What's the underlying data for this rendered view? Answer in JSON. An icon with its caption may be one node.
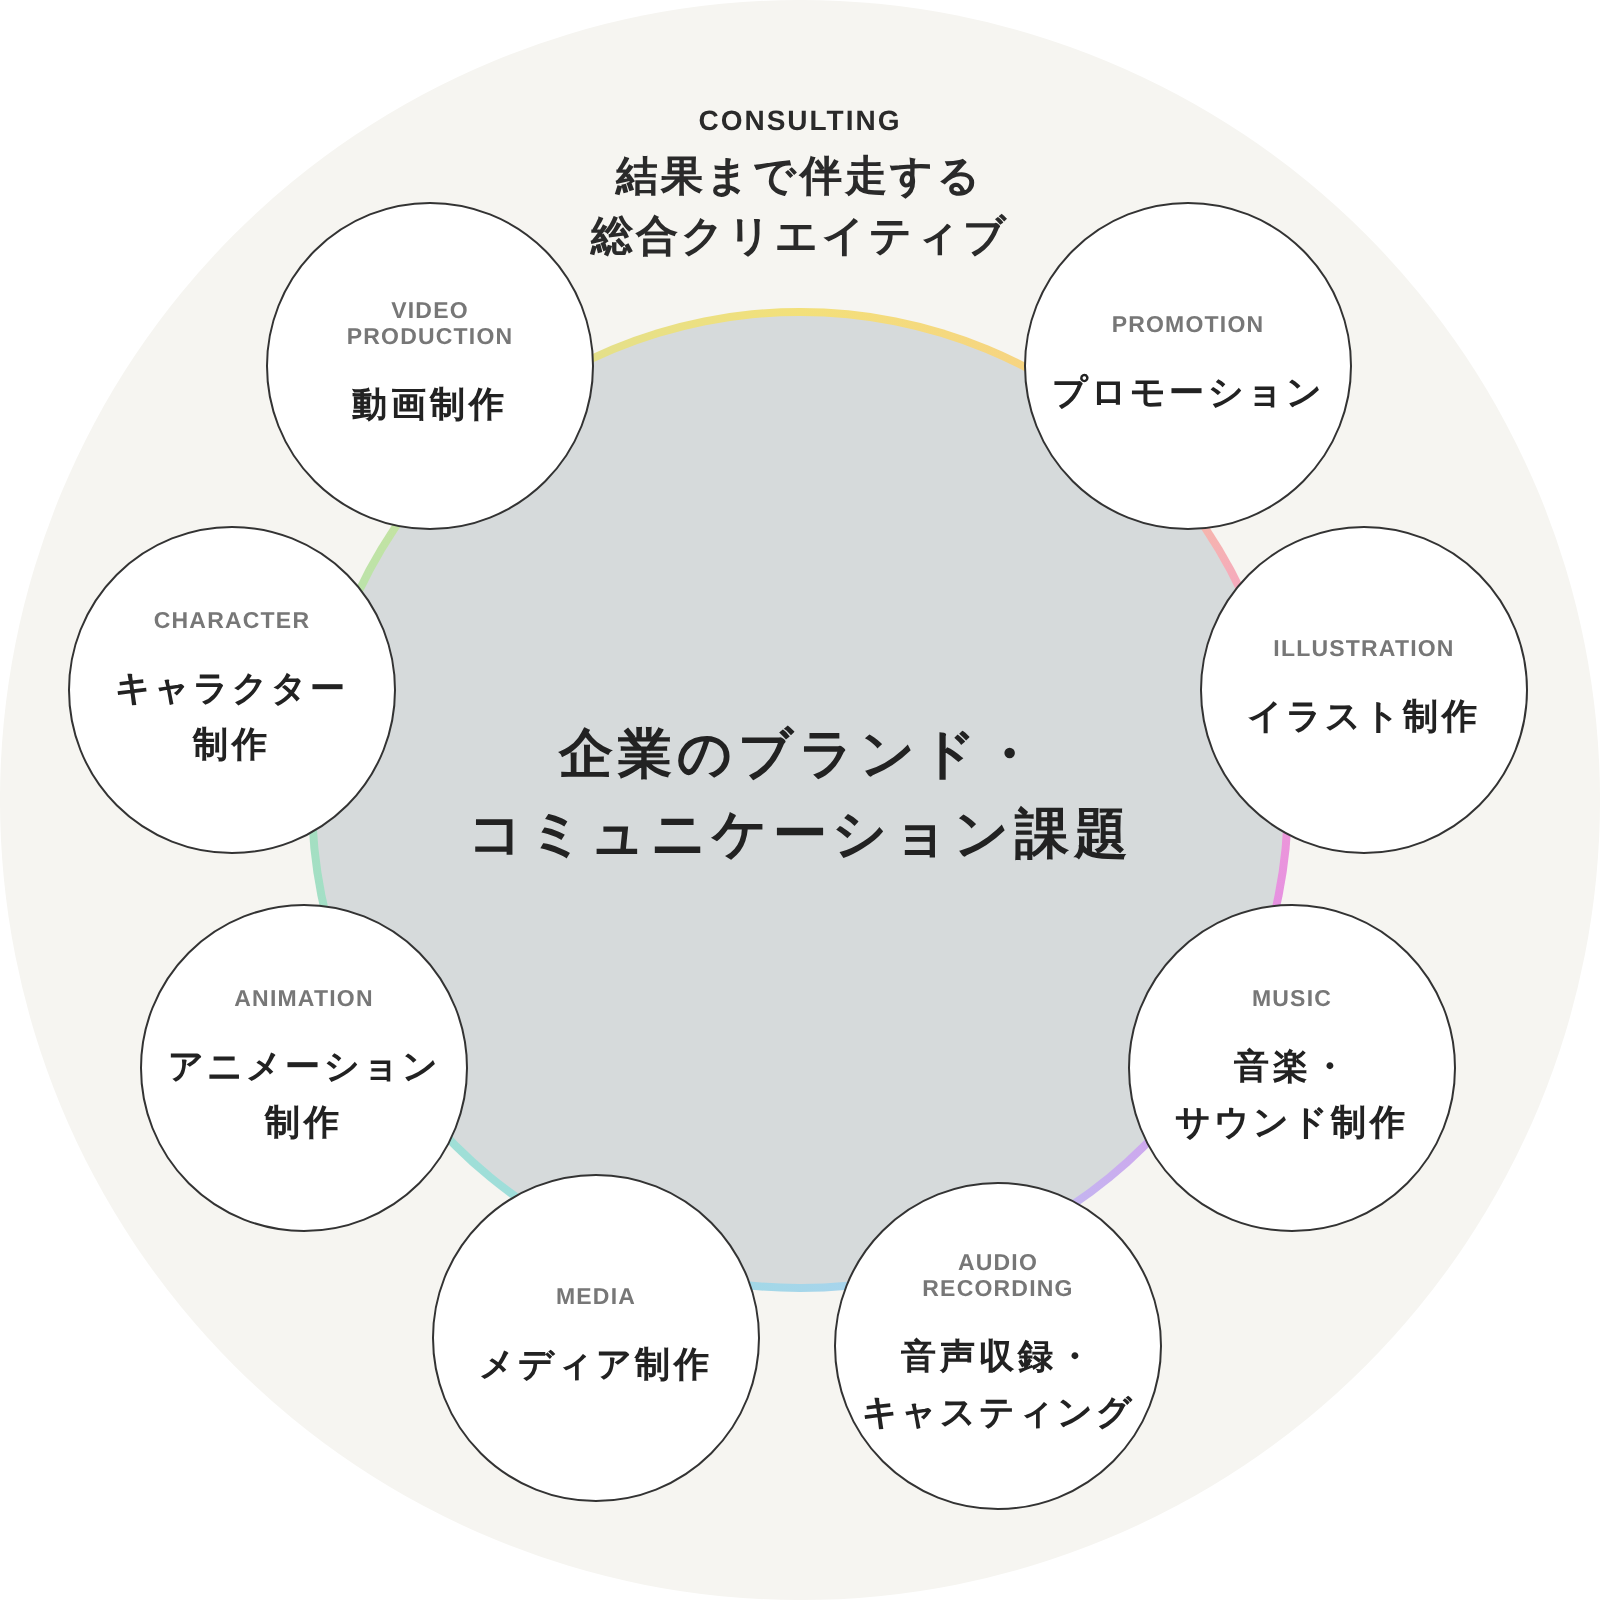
{
  "diagram": {
    "nodes": [
      {
        "text": [
          "CONSULTING",
          "結果まで伴走する総合クリエイティブ"
        ]
      },
      {
        "text": [
          "企業のブランド・コミュニケーション課題"
        ],
        "in": 0
      },
      {
        "text": [
          "VIDEO PRODUCTION",
          "動画制作"
        ],
        "in": 0
      },
      {
        "text": [
          "PROMOTION",
          "プロモーション"
        ],
        "in": 0
      },
      {
        "text": [
          "CHARACTER",
          "キャラクター制作"
        ],
        "in": 0
      },
      {
        "text": [
          "ILLUSTRATION",
          "イラスト制作"
        ],
        "in": 0
      },
      {
        "text": [
          "ANIMATION",
          "アニメーション制作"
        ],
        "in": 0
      },
      {
        "text": [
          "MUSIC",
          "音楽・サウンド制作"
        ],
        "in": 0
      },
      {
        "text": [
          "MEDIA",
          "メディア制作"
        ],
        "in": 0
      },
      {
        "text": [
          "AUDIO RECORDING",
          "音声収録・キャスティング"
        ],
        "in": 0
      }
    ]
  }
}
